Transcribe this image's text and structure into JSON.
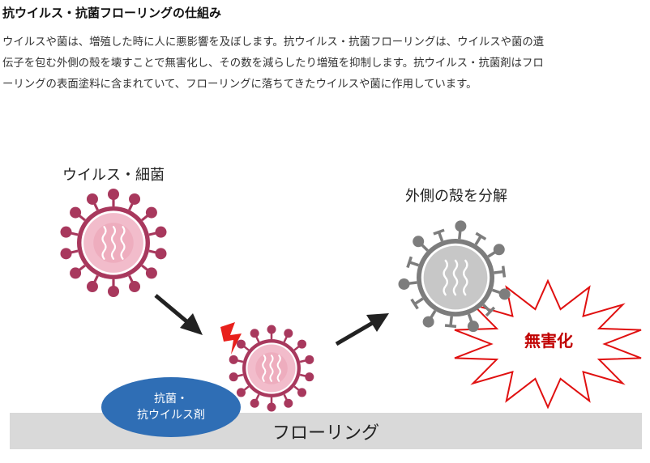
{
  "heading": "抗ウイルス・抗菌フローリングの仕組み",
  "description_lines": [
    "ウイルスや菌は、増殖した時に人に悪影響を及ぼします。抗ウイルス・抗菌フローリングは、ウイルスや菌の遺",
    "伝子を包む外側の殻を壊すことで無害化し、その数を減らしたり増殖を抑制します。抗ウイルス・抗菌剤はフロ",
    "ーリングの表面塗料に含まれていて、フローリングに落ちてきたウイルスや菌に作用しています。"
  ],
  "diagram": {
    "virus_label": "ウイルス・細菌",
    "break_label": "外側の殻を分解",
    "harmless_label": "無害化",
    "agent_label_line1": "抗菌・",
    "agent_label_line2": "抗ウイルス剤",
    "floor_label": "フローリング",
    "colors": {
      "virus": "#a8385d",
      "virus_fill": "#f2bccb",
      "virus_inner": "#e99bb0",
      "broken_virus": "#7d7d7d",
      "broken_fill": "#c7c7c7",
      "floor": "#d9d9d9",
      "agent": "#2f6eb5",
      "burst_stroke": "#e01010",
      "harmless_text": "#c00000",
      "lightning": "#e8201c",
      "arrow": "#222222"
    }
  }
}
